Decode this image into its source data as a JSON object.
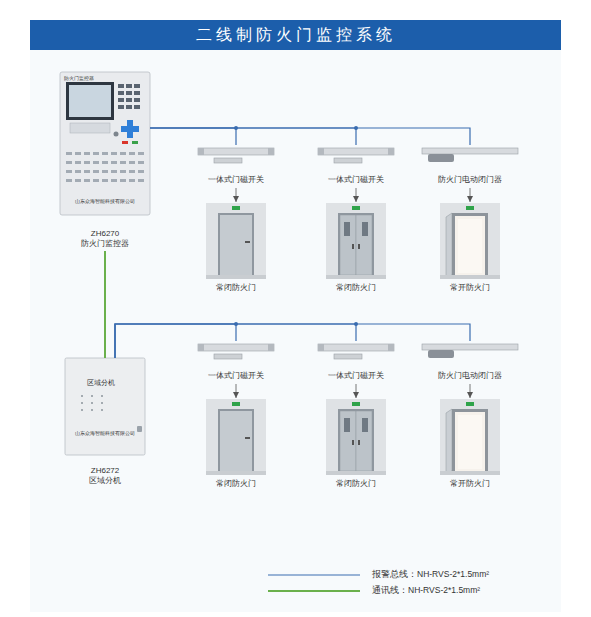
{
  "diagram": {
    "title": "二线制防火门监控系统",
    "nodes": [
      {
        "text": [
          "防火门监控器",
          "山东众海智能科技有限公司",
          "ZH6270 防火门监控器"
        ]
      },
      {
        "text": [
          "一体式门磁开关"
        ]
      },
      {
        "text": [
          "一体式门磁开关"
        ]
      },
      {
        "text": [
          "防火门电动闭门器"
        ]
      },
      {
        "text": [
          "常闭防火门"
        ]
      },
      {
        "text": [
          "常闭防火门"
        ]
      },
      {
        "text": [
          "常开防火门"
        ]
      },
      {
        "text": [
          "区域分机",
          "山东众海智能科技有限公司",
          "ZH6272 区域分机"
        ]
      },
      {
        "text": [
          "一体式门磁开关"
        ]
      },
      {
        "text": [
          "一体式门磁开关"
        ]
      },
      {
        "text": [
          "防火门电动闭门器"
        ]
      },
      {
        "text": [
          "常闭防火门"
        ]
      },
      {
        "text": [
          "常闭防火门"
        ]
      },
      {
        "text": [
          "常开防火门"
        ]
      }
    ],
    "edges": [
      {
        "from": 0,
        "to": 1,
        "arrow": "none"
      },
      {
        "from": 0,
        "to": 2,
        "arrow": "none"
      },
      {
        "from": 0,
        "to": 3,
        "arrow": "none"
      },
      {
        "from": 1,
        "to": 4,
        "arrow": "to"
      },
      {
        "from": 2,
        "to": 5,
        "arrow": "to"
      },
      {
        "from": 3,
        "to": 6,
        "arrow": "to"
      },
      {
        "from": 0,
        "to": 7,
        "arrow": "none"
      },
      {
        "from": 7,
        "to": 8,
        "arrow": "none"
      },
      {
        "from": 7,
        "to": 9,
        "arrow": "none"
      },
      {
        "from": 7,
        "to": 10,
        "arrow": "none"
      },
      {
        "from": 8,
        "to": 11,
        "arrow": "to"
      },
      {
        "from": 9,
        "to": 12,
        "arrow": "to"
      },
      {
        "from": 10,
        "to": 13,
        "arrow": "to"
      }
    ],
    "legend": [
      {
        "text": "报警总线：NH-RVS-2*1.5mm²"
      },
      {
        "text": "通讯线：NH-RVS-2*1.5mm²"
      }
    ]
  }
}
